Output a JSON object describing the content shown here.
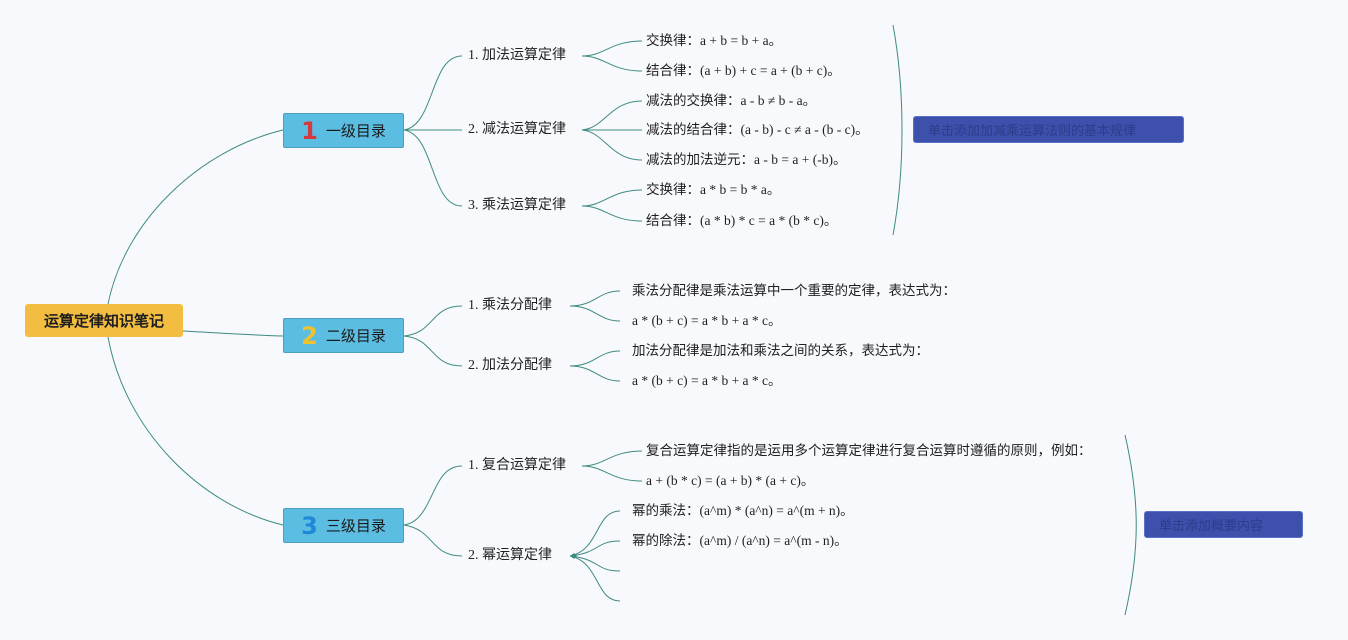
{
  "colors": {
    "root": "#f3bd41",
    "level1": "#5cbde2",
    "edge": "#3f8b82",
    "badge1": "#d33a3f",
    "badge2": "#f0c22e",
    "badge3": "#1f88d8",
    "summary": "#3c50ac"
  },
  "root": {
    "label": "运算定律知识笔记"
  },
  "sections": [
    {
      "badge": "1",
      "label": "一级目录",
      "topics": [
        {
          "label": "1. 加法运算定律",
          "items": [
            "交换律：a + b = b + a。",
            "结合律：(a + b) + c = a + (b + c)。"
          ]
        },
        {
          "label": "2. 减法运算定律",
          "items": [
            "减法的交换律：a - b ≠ b - a。",
            "减法的结合律：(a - b) - c ≠ a - (b - c)。",
            "减法的加法逆元：a - b = a + (-b)。"
          ]
        },
        {
          "label": "3. 乘法运算定律",
          "items": [
            "交换律：a * b = b * a。",
            "结合律：(a * b) * c = a * (b * c)。"
          ]
        }
      ],
      "summary": "单击添加加减乘运算法则的基本规律"
    },
    {
      "badge": "2",
      "label": "二级目录",
      "topics": [
        {
          "label": "1. 乘法分配律",
          "items": [
            "乘法分配律是乘法运算中一个重要的定律，表达式为：",
            "a * (b + c) = a * b + a * c。"
          ]
        },
        {
          "label": "2. 加法分配律",
          "items": [
            "加法分配律是加法和乘法之间的关系，表达式为：",
            "a * (b + c) = a * b + a * c。"
          ]
        }
      ]
    },
    {
      "badge": "3",
      "label": "三级目录",
      "topics": [
        {
          "label": "1. 复合运算定律",
          "items": [
            "复合运算定律指的是运用多个运算定律进行复合运算时遵循的原则，例如：",
            "a + (b * c) = (a + b) * (a + c)。"
          ]
        },
        {
          "label": "2. 幂运算定律",
          "items": [
            "幂的乘法：(a^m) * (a^n) = a^(m + n)。",
            "幂的除法：(a^m) / (a^n) = a^(m - n)。",
            "",
            ""
          ]
        }
      ],
      "summary": "单击添加概要内容"
    }
  ]
}
